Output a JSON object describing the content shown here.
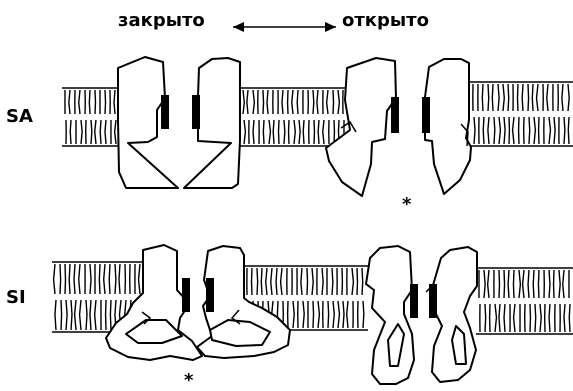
{
  "header": {
    "closed_label": "закрыто",
    "open_label": "открыто"
  },
  "rows": [
    {
      "label": "SA"
    },
    {
      "label": "SI"
    }
  ],
  "marker": "*"
}
